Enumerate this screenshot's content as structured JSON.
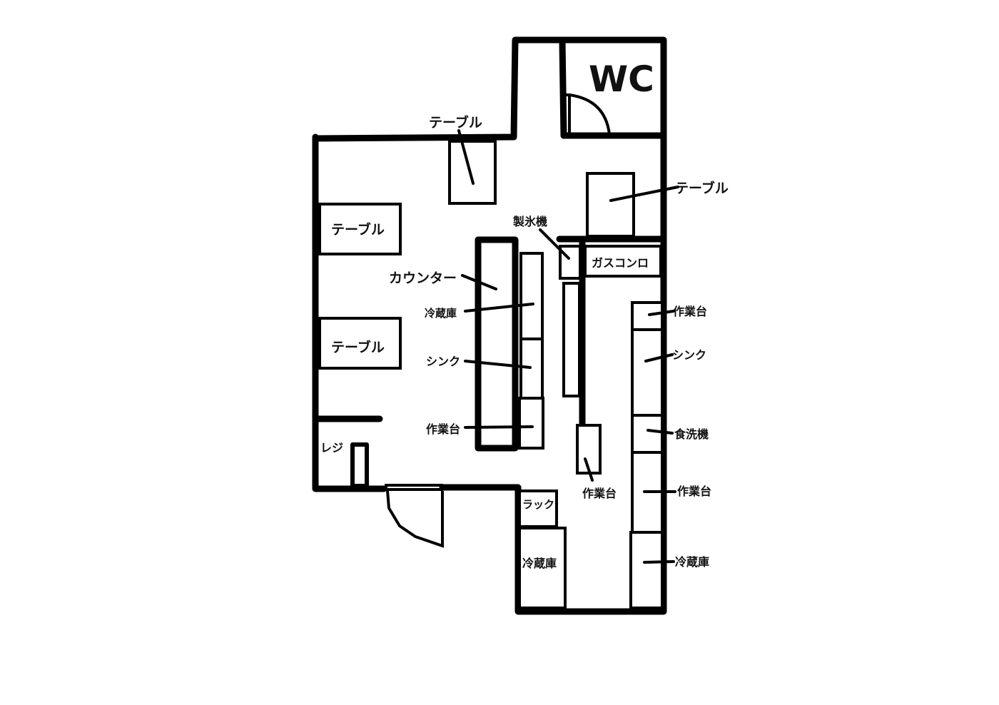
{
  "title": "Restaurant floor plan",
  "labels": {
    "wc": "WC",
    "table_top": "テーブル",
    "table_right": "テーブル",
    "table_left_1": "テーブル",
    "table_left_2": "テーブル",
    "ice_machine": "製氷機",
    "gas_stove": "ガスコンロ",
    "counter": "カウンター",
    "fridge_counter": "冷蔵庫",
    "sink_counter": "シンク",
    "worktable_counter": "作業台",
    "register": "レジ",
    "worktable_right_top": "作業台",
    "sink_right": "シンク",
    "dishwasher": "食洗機",
    "worktable_center": "作業台",
    "worktable_right_mid": "作業台",
    "fridge_right": "冷蔵庫",
    "rack": "ラック",
    "fridge_bottom": "冷蔵庫"
  }
}
